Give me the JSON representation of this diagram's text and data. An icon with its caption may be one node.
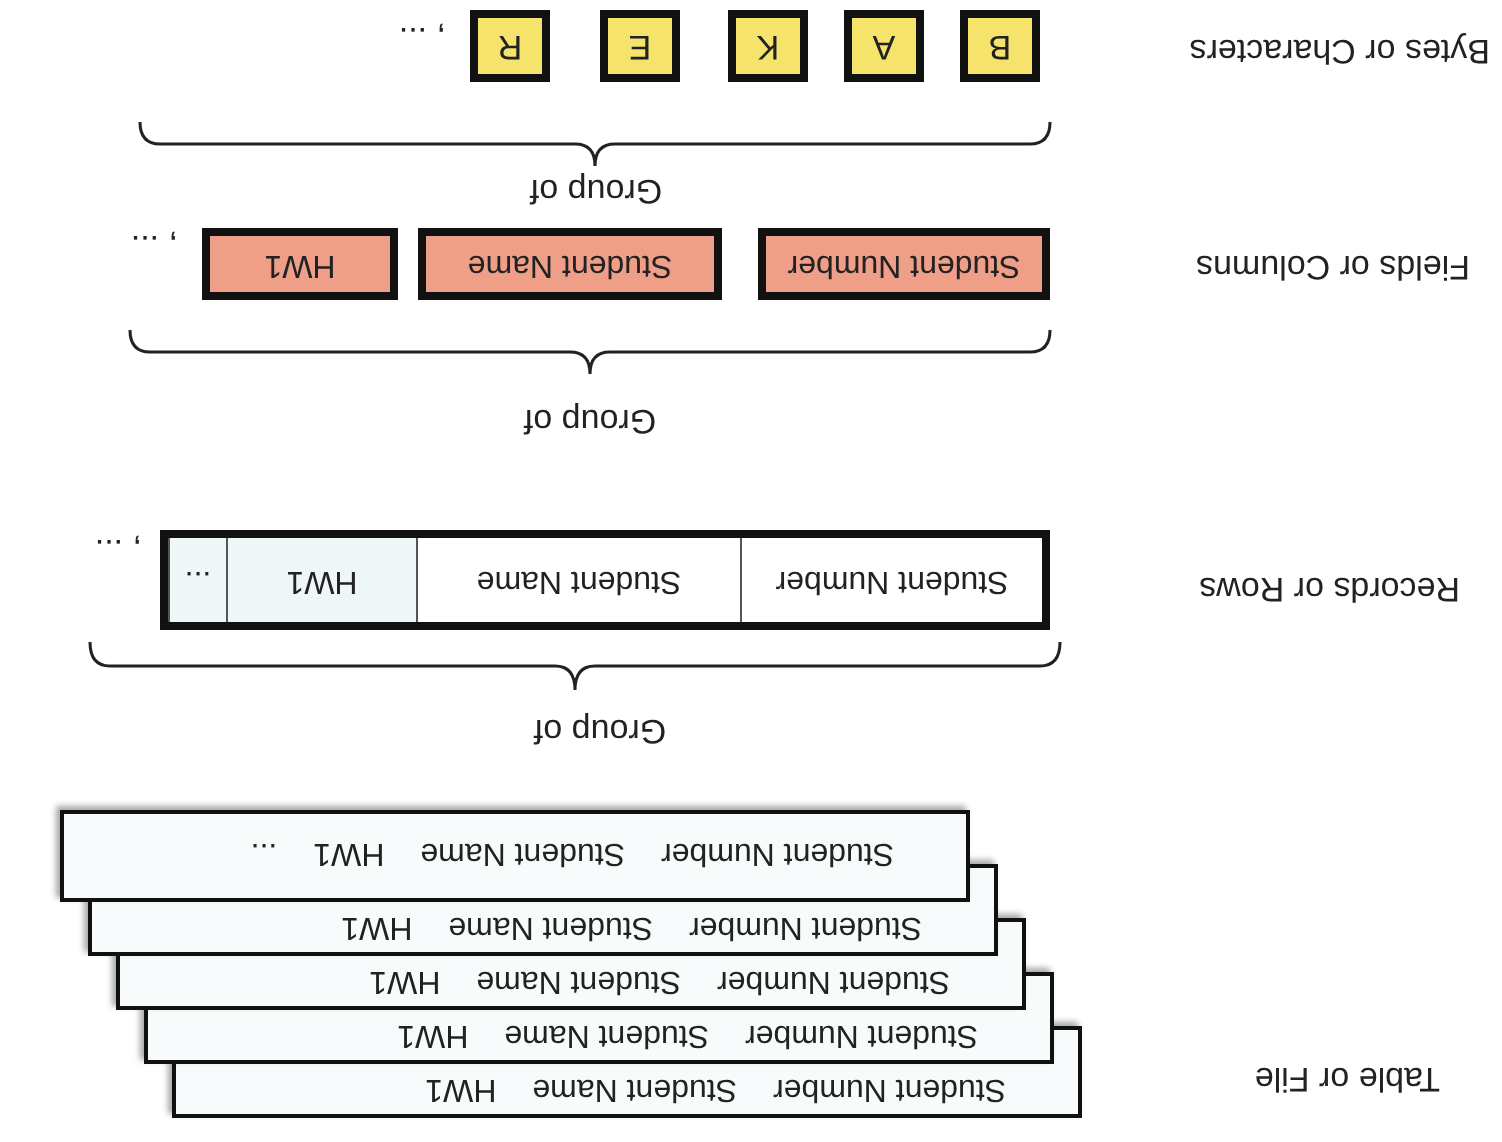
{
  "diagram": {
    "nodes": [
      {
        "text": [
          "Student Number",
          "Student Name",
          "HW1"
        ]
      },
      {
        "text": [
          "Student Number",
          "Student Name",
          "HW1"
        ]
      },
      {
        "text": [
          "Student Number",
          "Student Name",
          "HW1"
        ]
      },
      {
        "text": [
          "Student Number",
          "Student Name",
          "HW1"
        ]
      },
      {
        "text": [
          "Student Number",
          "Student Name",
          "HW1",
          "..."
        ]
      },
      {
        "text": [],
        "shape": "box"
      },
      {
        "text": [
          "Student Number"
        ],
        "in": 5
      },
      {
        "text": [
          "Student Name"
        ],
        "in": 5
      },
      {
        "text": [
          "HW1"
        ],
        "in": 5
      },
      {
        "text": [
          "..."
        ],
        "in": 5
      },
      {
        "text": [
          "Student Number"
        ]
      },
      {
        "text": [
          "Student Name"
        ]
      },
      {
        "text": [
          "HW1"
        ]
      },
      {
        "text": [
          "B"
        ]
      },
      {
        "text": [
          "A"
        ]
      },
      {
        "text": [
          "K"
        ]
      },
      {
        "text": [
          "E"
        ]
      },
      {
        "text": [
          "R"
        ]
      }
    ],
    "edges": [],
    "labels": [
      "Table or File",
      "Group of",
      "Records or Rows",
      ", ...",
      "Group of",
      "Fields or Columns",
      ", ...",
      "Group of",
      "Bytes or Characters",
      ", ..."
    ]
  }
}
